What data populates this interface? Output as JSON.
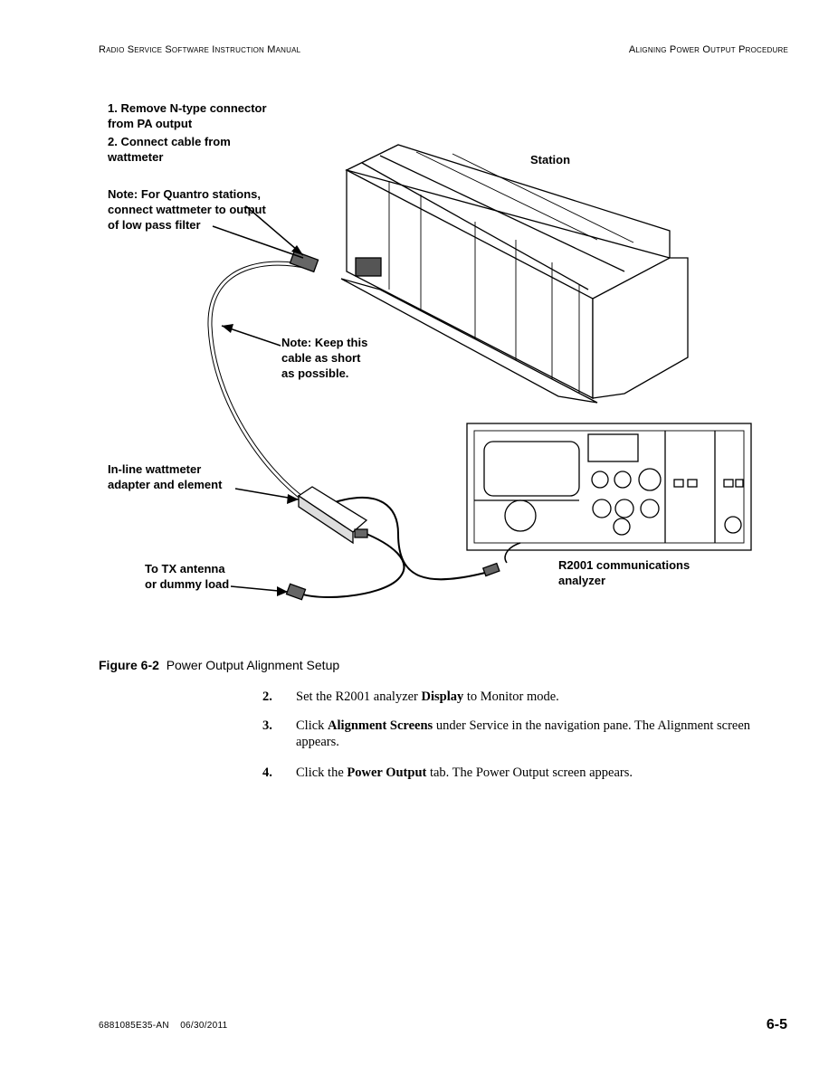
{
  "header": {
    "left": "Radio Service Software Instruction Manual",
    "right": "Aligning Power Output Procedure"
  },
  "figure": {
    "labels": {
      "remove_connector": "1. Remove N-type connector from PA output",
      "connect_cable": "2. Connect cable from wattmeter",
      "note_quantro": "Note: For Quantro stations, connect wattmeter to output of low pass filter",
      "station": "Station",
      "note_short": "Note: Keep this cable as short as possible.",
      "wattmeter": "In-line wattmeter adapter and element",
      "tx_antenna": "To TX antenna or dummy load",
      "analyzer": "R2001 communications analyzer"
    },
    "caption_number": "Figure 6-2",
    "caption_title": "Power Output Alignment Setup"
  },
  "steps": [
    {
      "num": "2.",
      "pre": "Set the R2001 analyzer ",
      "bold": "Display",
      "post": " to Monitor mode."
    },
    {
      "num": "3.",
      "pre": "Click ",
      "bold": "Alignment Screens",
      "post": " under Service in the navigation pane. The Alignment screen appears."
    },
    {
      "num": "4.",
      "pre": "Click the ",
      "bold": "Power Output",
      "post": " tab. The Power Output screen appears."
    }
  ],
  "footer": {
    "doc_id": "6881085E35-AN",
    "date": "06/30/2011",
    "page": "6-5"
  }
}
